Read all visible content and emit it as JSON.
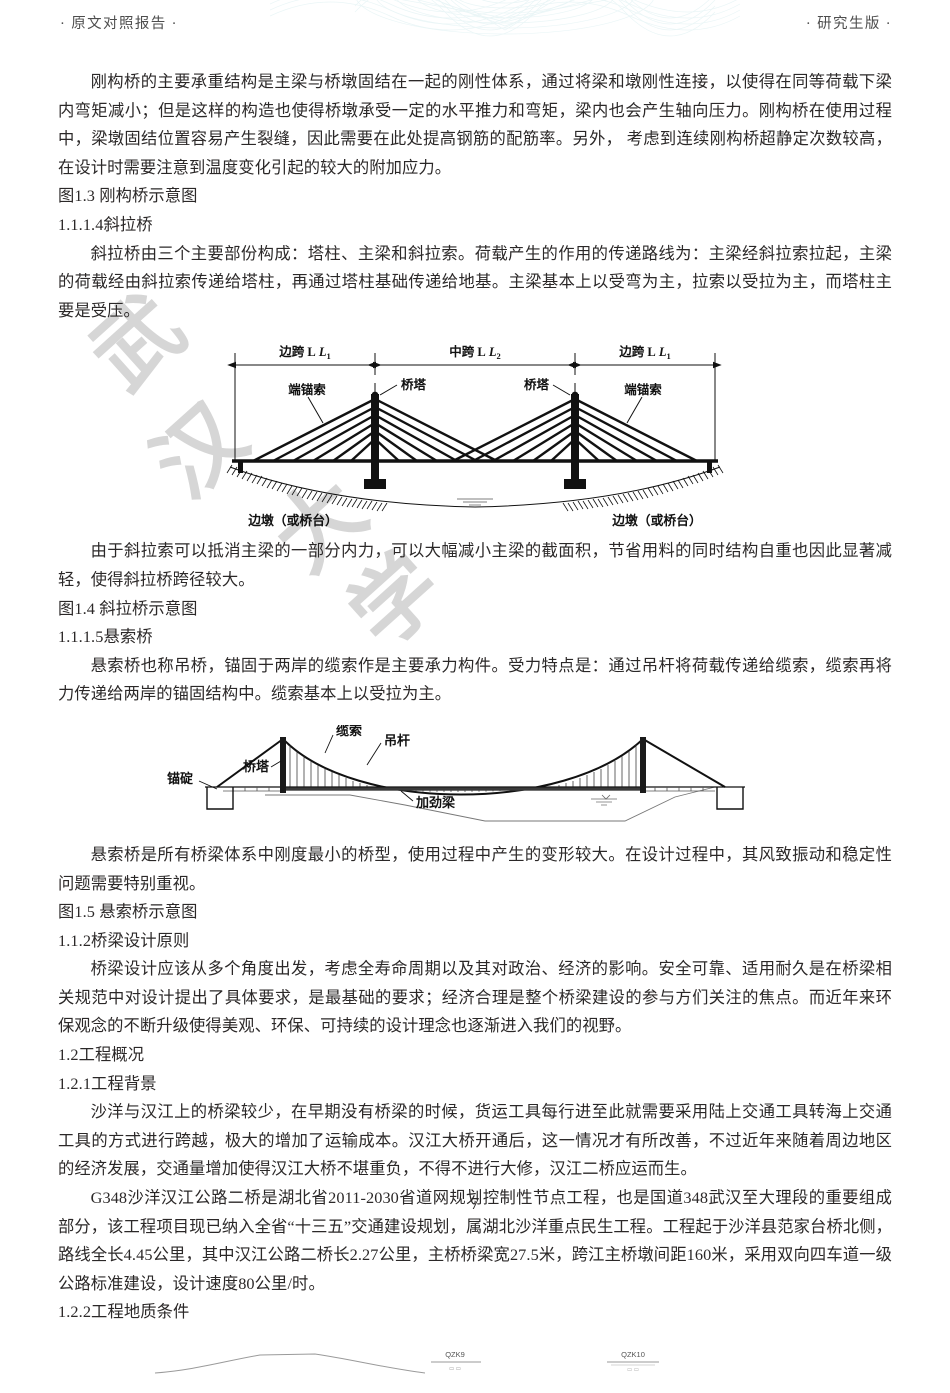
{
  "header": {
    "left": "· 原文对照报告 ·",
    "right": "· 研究生版 ·"
  },
  "watermark": {
    "char1": "武",
    "char2": "汉",
    "char3": "大",
    "char4": "学",
    "color": "#d6d6d6"
  },
  "page_number": "7",
  "body": {
    "para_rigid_frame": "刚构桥的主要承重结构是主梁与桥墩固结在一起的刚性体系，通过将梁和墩刚性连接，以使得在同等荷载下梁内弯矩减小；但是这样的构造也使得桥墩承受一定的水平推力和弯矩，梁内也会产生轴向压力。刚构桥在使用过程中，梁墩固结位置容易产生裂缝，因此需要在此处提高钢筋的配筋率。另外， 考虑到连续刚构桥超静定次数较高，在设计时需要注意到温度变化引起的较大的附加应力。",
    "caption_1_3": "图1.3 刚构桥示意图",
    "heading_1_1_1_4": "1.1.1.4斜拉桥",
    "para_cable_stayed_intro": "斜拉桥由三个主要部份构成：塔柱、主梁和斜拉索。荷载产生的作用的传递路线为：主梁经斜拉索拉起，主梁的荷载经由斜拉索传递给塔柱，再通过塔柱基础传递给地基。主梁基本上以受弯为主，拉索以受拉为主，而塔柱主要是受压。",
    "para_cable_stayed_after": "由于斜拉索可以抵消主梁的一部分内力，可以大幅减小主梁的截面积，节省用料的同时结构自重也因此显著减轻，使得斜拉桥跨径较大。",
    "caption_1_4": "图1.4 斜拉桥示意图",
    "heading_1_1_1_5": "1.1.1.5悬索桥",
    "para_suspension_intro": "悬索桥也称吊桥，锚固于两岸的缆索作是主要承力构件。受力特点是：通过吊杆将荷载传递给缆索，缆索再将力传递给两岸的锚固结构中。缆索基本上以受拉为主。",
    "para_suspension_after": "悬索桥是所有桥梁体系中刚度最小的桥型，使用过程中产生的变形较大。在设计过程中，其风致振动和稳定性问题需要特别重视。",
    "caption_1_5": "图1.5 悬索桥示意图",
    "heading_1_1_2": "1.1.2桥梁设计原则",
    "para_design_principles": "桥梁设计应该从多个角度出发，考虑全寿命周期以及其对政治、经济的影响。安全可靠、适用耐久是在桥梁相关规范中对设计提出了具体要求，是最基础的要求；经济合理是整个桥梁建设的参与方们关注的焦点。而近年来环保观念的不断升级使得美观、环保、可持续的设计理念也逐渐进入我们的视野。",
    "heading_1_2": "1.2工程概况",
    "heading_1_2_1": "1.2.1工程背景",
    "para_background_1": "沙洋与汉江上的桥梁较少，在早期没有桥梁的时候，货运工具每行进至此就需要采用陆上交通工具转海上交通工具的方式进行跨越，极大的增加了运输成本。汉江大桥开通后，这一情况才有所改善，不过近年来随着周边地区的经济发展，交通量增加使得汉江大桥不堪重负，不得不进行大修，汉江二桥应运而生。",
    "para_background_2": "G348沙洋汉江公路二桥是湖北省2011-2030省道网规划控制性节点工程，也是国道348武汉至大理段的重要组成部分，该工程项目现已纳入全省“十三五”交通建设规划，属湖北沙洋重点民生工程。工程起于沙洋县范家台桥北侧，路线全长4.45公里，其中汉江公路二桥长2.27公里，主桥桥梁宽27.5米，跨江主桥墩间距160米，采用双向四车道一级公路标准建设，设计速度80公里/时。",
    "heading_1_2_2": "1.2.2工程地质条件"
  },
  "figure_cable_stayed": {
    "label_side_span_left": "边跨 L",
    "label_side_span_left_sub": "1",
    "label_main_span": "中跨 L",
    "label_main_span_sub": "2",
    "label_side_span_right": "边跨 L",
    "label_side_span_right_sub": "1",
    "label_tower_left": "桥塔",
    "label_tower_right": "桥塔",
    "label_anchor_cable_left": "端锚索",
    "label_anchor_cable_right": "端锚索",
    "label_pier_left": "边墩（或桥台）",
    "label_pier_right": "边墩（或桥台）"
  },
  "figure_suspension": {
    "label_anchorage": "锚碇",
    "label_tower": "桥塔",
    "label_cable": "缆索",
    "label_hanger": "吊杆",
    "label_stiffening_girder": "加劲梁"
  },
  "figure_geology": {
    "borehole_1": "QZK9",
    "borehole_2": "QZK10"
  }
}
